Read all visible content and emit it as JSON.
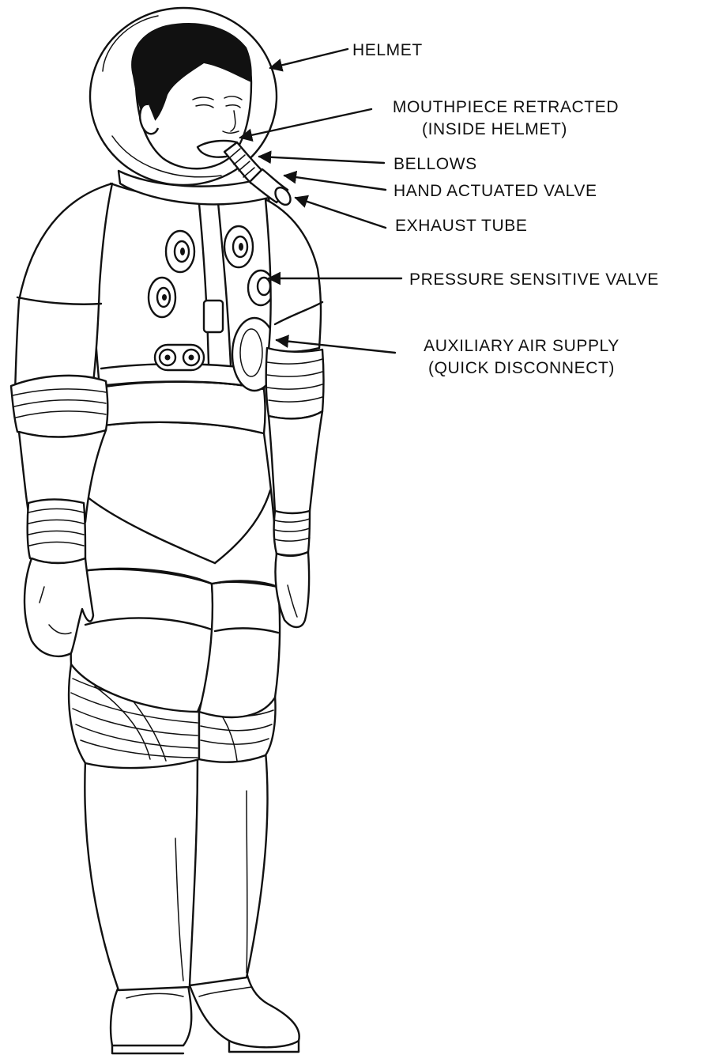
{
  "labels": {
    "helmet": "HELMET",
    "mouthpiece_line1": "MOUTHPIECE RETRACTED",
    "mouthpiece_line2": "(INSIDE HELMET)",
    "bellows": "BELLOWS",
    "hand_valve": "HAND ACTUATED VALVE",
    "exhaust": "EXHAUST TUBE",
    "pressure_valve": "PRESSURE SENSITIVE VALVE",
    "aux_line1": "AUXILIARY AIR SUPPLY",
    "aux_line2": "(QUICK DISCONNECT)"
  },
  "colors": {
    "ink": "#111111",
    "paper": "#ffffff"
  }
}
